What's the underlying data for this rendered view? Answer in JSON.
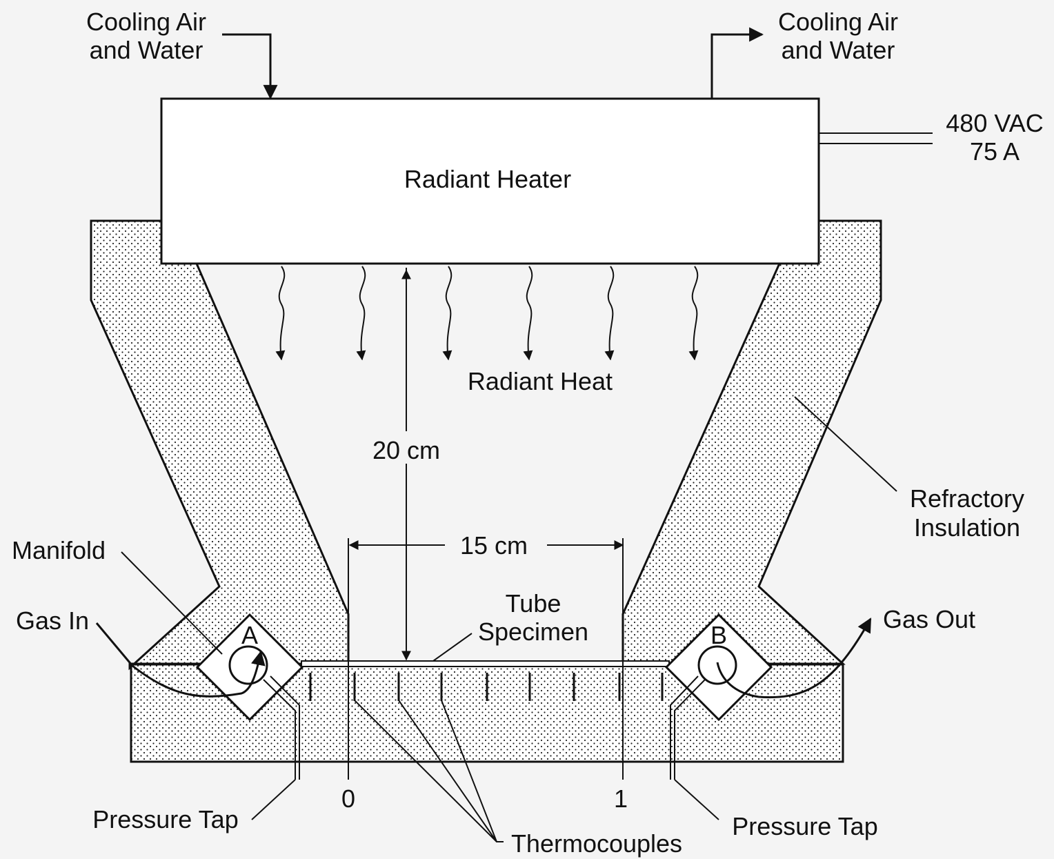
{
  "labels": {
    "cooling_in_line1": "Cooling Air",
    "cooling_in_line2": "and Water",
    "cooling_out_line1": "Cooling Air",
    "cooling_out_line2": "and Water",
    "power_line1": "480 VAC",
    "power_line2": "75 A",
    "heater": "Radiant Heater",
    "radiant_heat": "Radiant Heat",
    "height": "20 cm",
    "width": "15 cm",
    "refractory_line1": "Refractory",
    "refractory_line2": "Insulation",
    "manifold": "Manifold",
    "gas_in": "Gas In",
    "gas_out": "Gas Out",
    "manifold_a": "A",
    "manifold_b": "B",
    "tube_line1": "Tube",
    "tube_line2": "Specimen",
    "mark_0": "0",
    "mark_1": "1",
    "pressure_tap_left": "Pressure Tap",
    "pressure_tap_right": "Pressure Tap",
    "thermocouples": "Thermocouples"
  }
}
